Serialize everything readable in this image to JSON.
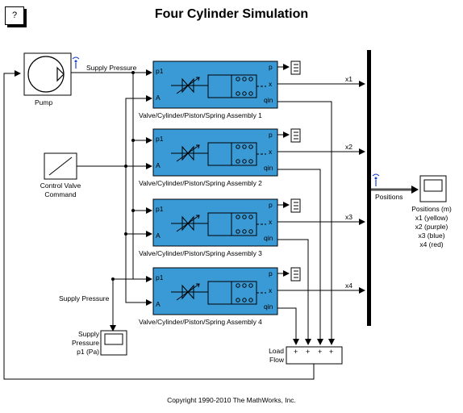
{
  "title": "Four Cylinder Simulation",
  "help_button": "?",
  "copyright": "Copyright 1990-2010 The MathWorks, Inc.",
  "pump": {
    "label": "Pump",
    "signal": "Supply Pressure"
  },
  "control": {
    "line1": "Control Valve",
    "line2": "Command"
  },
  "supply_scope": {
    "line1": "Supply",
    "line2": "Pressure",
    "line3": "p1 (Pa)",
    "signal": "Supply Pressure"
  },
  "assemblies": [
    {
      "name": "Valve/Cylinder/Piston/Spring Assembly 1",
      "port_p1": "p1",
      "port_a": "A",
      "port_p": "p",
      "port_x": "x",
      "port_qin": "qin",
      "output": "x1"
    },
    {
      "name": "Valve/Cylinder/Piston/Spring Assembly 2",
      "port_p1": "p1",
      "port_a": "A",
      "port_p": "p",
      "port_x": "x",
      "port_qin": "qin",
      "output": "x2"
    },
    {
      "name": "Valve/Cylinder/Piston/Spring Assembly 3",
      "port_p1": "p1",
      "port_a": "A",
      "port_p": "p",
      "port_x": "x",
      "port_qin": "qin",
      "output": "x3"
    },
    {
      "name": "Valve/Cylinder/Piston/Spring Assembly 4",
      "port_p1": "p1",
      "port_a": "A",
      "port_p": "p",
      "port_x": "x",
      "port_qin": "qin",
      "output": "x4"
    }
  ],
  "positions_scope": {
    "signal": "Positions",
    "line1": "Positions (m)",
    "line2": "x1 (yellow)",
    "line3": "x2 (purple)",
    "line4": "x3 (blue)",
    "line5": "x4 (red)"
  },
  "load_flow": {
    "line1": "Load",
    "line2": "Flow",
    "plus": "+"
  },
  "colors": {
    "assembly_fill": "#3a9ad6",
    "bus": "#000000",
    "signal_marker": "#1a3fd0"
  }
}
